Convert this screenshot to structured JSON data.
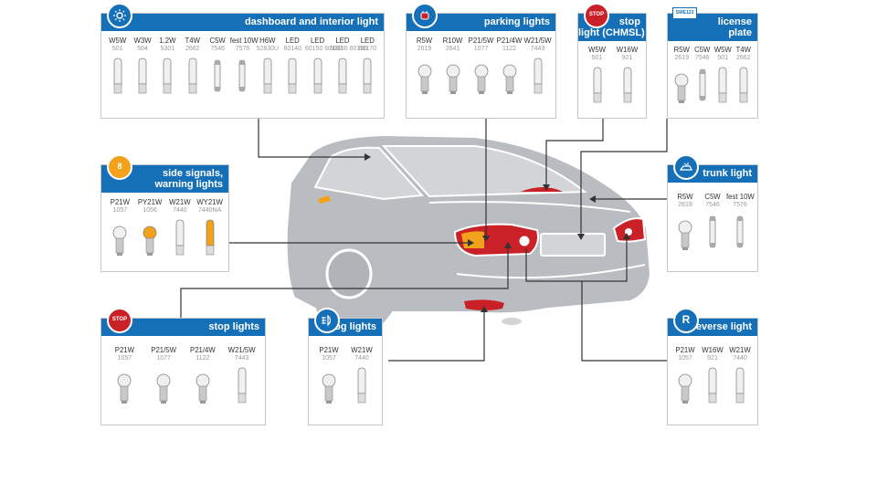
{
  "colors": {
    "header": "#1670b8",
    "car": "#b9bcc0",
    "lamp": "#c92127",
    "amber": "#f2a21a",
    "line": "#333333"
  },
  "panels": {
    "dashboard": {
      "title": "dashboard and interior light",
      "icon": "dashboard-light-icon",
      "bulbs": [
        {
          "name": "W5W",
          "code": "501"
        },
        {
          "name": "W3W",
          "code": "504"
        },
        {
          "name": "1.2W",
          "code": "5301"
        },
        {
          "name": "T4W",
          "code": "2662"
        },
        {
          "name": "C5W",
          "code": "7546"
        },
        {
          "name": "fest 10W",
          "code": "7576"
        },
        {
          "name": "H6W",
          "code": "52830U"
        },
        {
          "name": "LED",
          "code": "60140"
        },
        {
          "name": "LED",
          "code": "60150 60180"
        },
        {
          "name": "LED",
          "code": "60160 60190"
        },
        {
          "name": "LED",
          "code": "60170"
        }
      ]
    },
    "parking": {
      "title": "parking lights",
      "icon": "parking-light-icon",
      "bulbs": [
        {
          "name": "R5W",
          "code": "2619"
        },
        {
          "name": "R10W",
          "code": "2641"
        },
        {
          "name": "P21/5W",
          "code": "1077"
        },
        {
          "name": "P21/4W",
          "code": "1122"
        },
        {
          "name": "W21/5W",
          "code": "7443"
        }
      ]
    },
    "chmsl": {
      "title_line1": "stop",
      "title_line2": "light (CHMSL)",
      "icon": "stop-sign-icon",
      "icon_text": "STOP",
      "bulbs": [
        {
          "name": "W5W",
          "code": "501"
        },
        {
          "name": "W16W",
          "code": "921"
        }
      ]
    },
    "license": {
      "title_line1": "license",
      "title_line2": "plate",
      "icon": "license-plate-icon",
      "icon_text": "SWE123",
      "bulbs": [
        {
          "name": "R5W",
          "code": "2619"
        },
        {
          "name": "C5W",
          "code": "7546"
        },
        {
          "name": "W5W",
          "code": "501"
        },
        {
          "name": "T4W",
          "code": "2662"
        }
      ]
    },
    "side": {
      "title_line1": "side signals,",
      "title_line2": "warning lights",
      "icon": "turn-signal-icon",
      "icon_text": "8",
      "bulbs": [
        {
          "name": "P21W",
          "code": "1057"
        },
        {
          "name": "PY21W",
          "code": "1056"
        },
        {
          "name": "W21W",
          "code": "7440"
        },
        {
          "name": "WY21W",
          "code": "7440NA"
        }
      ]
    },
    "trunk": {
      "title": "trunk light",
      "icon": "trunk-light-icon",
      "bulbs": [
        {
          "name": "R5W",
          "code": "2619"
        },
        {
          "name": "C5W",
          "code": "7546"
        },
        {
          "name": "fest 10W",
          "code": "7576"
        }
      ]
    },
    "stop": {
      "title": "stop lights",
      "icon": "stop-sign-icon",
      "icon_text": "STOP",
      "bulbs": [
        {
          "name": "P21W",
          "code": "1057"
        },
        {
          "name": "P21/5W",
          "code": "1077"
        },
        {
          "name": "P21/4W",
          "code": "1122"
        },
        {
          "name": "W21/5W",
          "code": "7443"
        }
      ]
    },
    "fog": {
      "title": "fog lights",
      "icon": "fog-light-icon",
      "bulbs": [
        {
          "name": "P21W",
          "code": "1057"
        },
        {
          "name": "W21W",
          "code": "7440"
        }
      ]
    },
    "reverse": {
      "title": "reverse light",
      "icon": "reverse-gear-icon",
      "icon_text": "R",
      "bulbs": [
        {
          "name": "P21W",
          "code": "1057"
        },
        {
          "name": "W16W",
          "code": "921"
        },
        {
          "name": "W21W",
          "code": "7440"
        }
      ]
    }
  }
}
